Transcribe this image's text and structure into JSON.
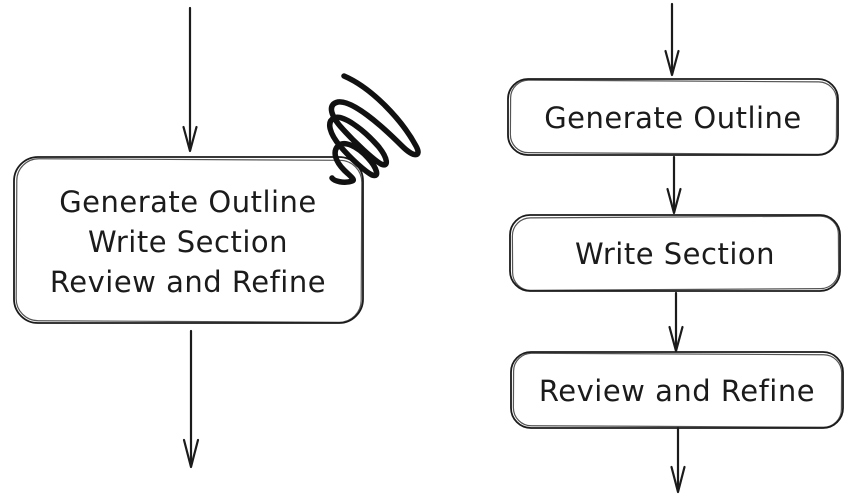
{
  "colors": {
    "background": "#ffffff",
    "stroke": "#1b1b1b"
  },
  "left_flow": {
    "combined_node": {
      "lines": [
        "Generate Outline",
        "Write Section",
        "Review and Refine"
      ]
    },
    "marks": {
      "scribble": "scratch-out-scribble"
    }
  },
  "right_flow": {
    "nodes": [
      {
        "label": "Generate Outline"
      },
      {
        "label": "Write Section"
      },
      {
        "label": "Review and Refine"
      }
    ]
  }
}
